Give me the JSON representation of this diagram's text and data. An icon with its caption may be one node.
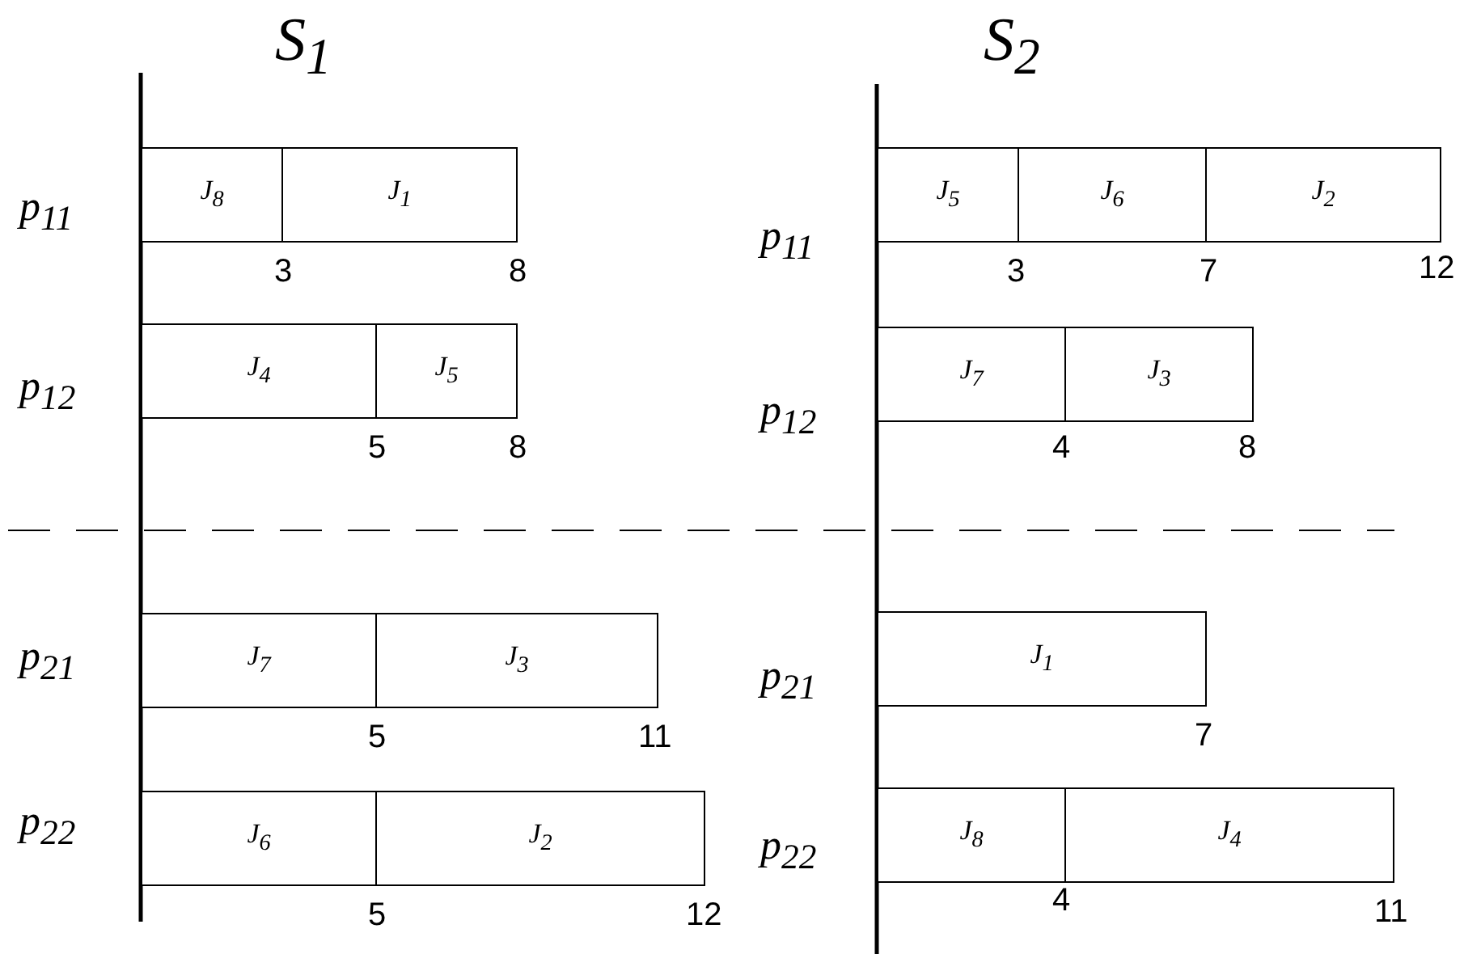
{
  "diagram": {
    "nodes": [
      {
        "text": [
          "J$_{8}$"
        ]
      },
      {
        "text": [
          "J$_{1}$"
        ]
      },
      {
        "text": [
          "J$_{4}$"
        ]
      },
      {
        "text": [
          "J$_{5}$"
        ]
      },
      {
        "text": [
          "J$_{7}$"
        ]
      },
      {
        "text": [
          "J$_{3}$"
        ]
      },
      {
        "text": [
          "J$_{6}$"
        ]
      },
      {
        "text": [
          "J$_{2}$"
        ]
      },
      {
        "text": [
          "J$_{5}$"
        ]
      },
      {
        "text": [
          "J$_{6}$"
        ]
      },
      {
        "text": [
          "J$_{2}$"
        ]
      },
      {
        "text": [
          "J$_{7}$"
        ]
      },
      {
        "text": [
          "J$_{3}$"
        ]
      },
      {
        "text": [
          "J$_{1}$"
        ]
      },
      {
        "text": [
          "J$_{8}$"
        ]
      },
      {
        "text": [
          "J$_{4}$"
        ]
      }
    ],
    "edges": [],
    "labels": [
      "S$_{1}$",
      "S$_{2}$",
      "p$_{11}$",
      "3",
      "8",
      "p$_{12}$",
      "5",
      "8",
      "p$_{21}$",
      "5",
      "11",
      "p$_{22}$",
      "5",
      "12",
      "p$_{11}$",
      "3",
      "7",
      "12",
      "p$_{12}$",
      "4",
      "8",
      "p$_{21}$",
      "7",
      "p$_{22}$",
      "4",
      "11"
    ]
  }
}
